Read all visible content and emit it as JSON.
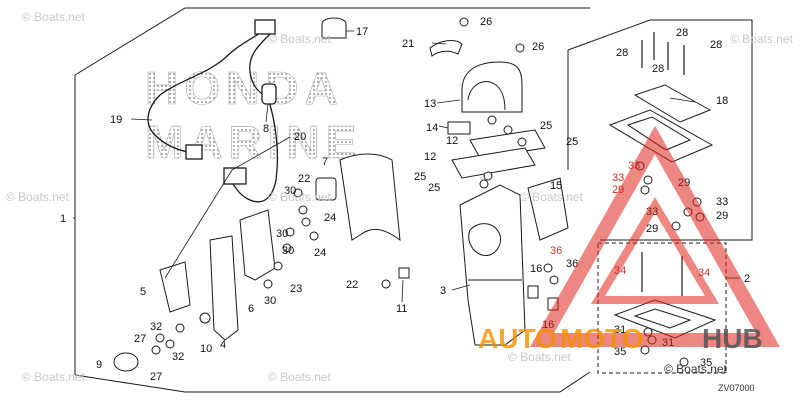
{
  "diagram": {
    "code": "ZV07000",
    "background_brand_lines": [
      "HONDA",
      "MARINE"
    ],
    "callouts": [
      {
        "n": "1"
      },
      {
        "n": "2"
      },
      {
        "n": "3"
      },
      {
        "n": "4"
      },
      {
        "n": "5"
      },
      {
        "n": "6"
      },
      {
        "n": "7"
      },
      {
        "n": "8"
      },
      {
        "n": "9"
      },
      {
        "n": "10"
      },
      {
        "n": "11"
      },
      {
        "n": "12"
      },
      {
        "n": "12"
      },
      {
        "n": "13"
      },
      {
        "n": "14"
      },
      {
        "n": "15"
      },
      {
        "n": "16"
      },
      {
        "n": "16"
      },
      {
        "n": "17"
      },
      {
        "n": "18"
      },
      {
        "n": "19"
      },
      {
        "n": "20"
      },
      {
        "n": "21"
      },
      {
        "n": "22"
      },
      {
        "n": "22"
      },
      {
        "n": "23"
      },
      {
        "n": "24"
      },
      {
        "n": "24"
      },
      {
        "n": "25"
      },
      {
        "n": "25"
      },
      {
        "n": "25"
      },
      {
        "n": "25"
      },
      {
        "n": "26"
      },
      {
        "n": "26"
      },
      {
        "n": "27"
      },
      {
        "n": "27"
      },
      {
        "n": "28"
      },
      {
        "n": "28"
      },
      {
        "n": "28"
      },
      {
        "n": "28"
      },
      {
        "n": "29"
      },
      {
        "n": "29"
      },
      {
        "n": "29"
      },
      {
        "n": "29"
      },
      {
        "n": "30"
      },
      {
        "n": "30"
      },
      {
        "n": "30"
      },
      {
        "n": "30"
      },
      {
        "n": "31"
      },
      {
        "n": "31"
      },
      {
        "n": "32"
      },
      {
        "n": "32"
      },
      {
        "n": "33"
      },
      {
        "n": "33"
      },
      {
        "n": "33"
      },
      {
        "n": "33"
      },
      {
        "n": "34"
      },
      {
        "n": "34"
      },
      {
        "n": "35"
      },
      {
        "n": "35"
      },
      {
        "n": "36"
      },
      {
        "n": "36"
      }
    ]
  },
  "watermarks": {
    "site": "© Boats.net",
    "brand_left": "AUTO",
    "brand_mid": "MOTO",
    "brand_right": "HUB"
  },
  "colors": {
    "line": "#1a1a1a",
    "watermark": "#c8c8c8",
    "logo_red": "#e0241b",
    "logo_orange": "#f39200"
  }
}
